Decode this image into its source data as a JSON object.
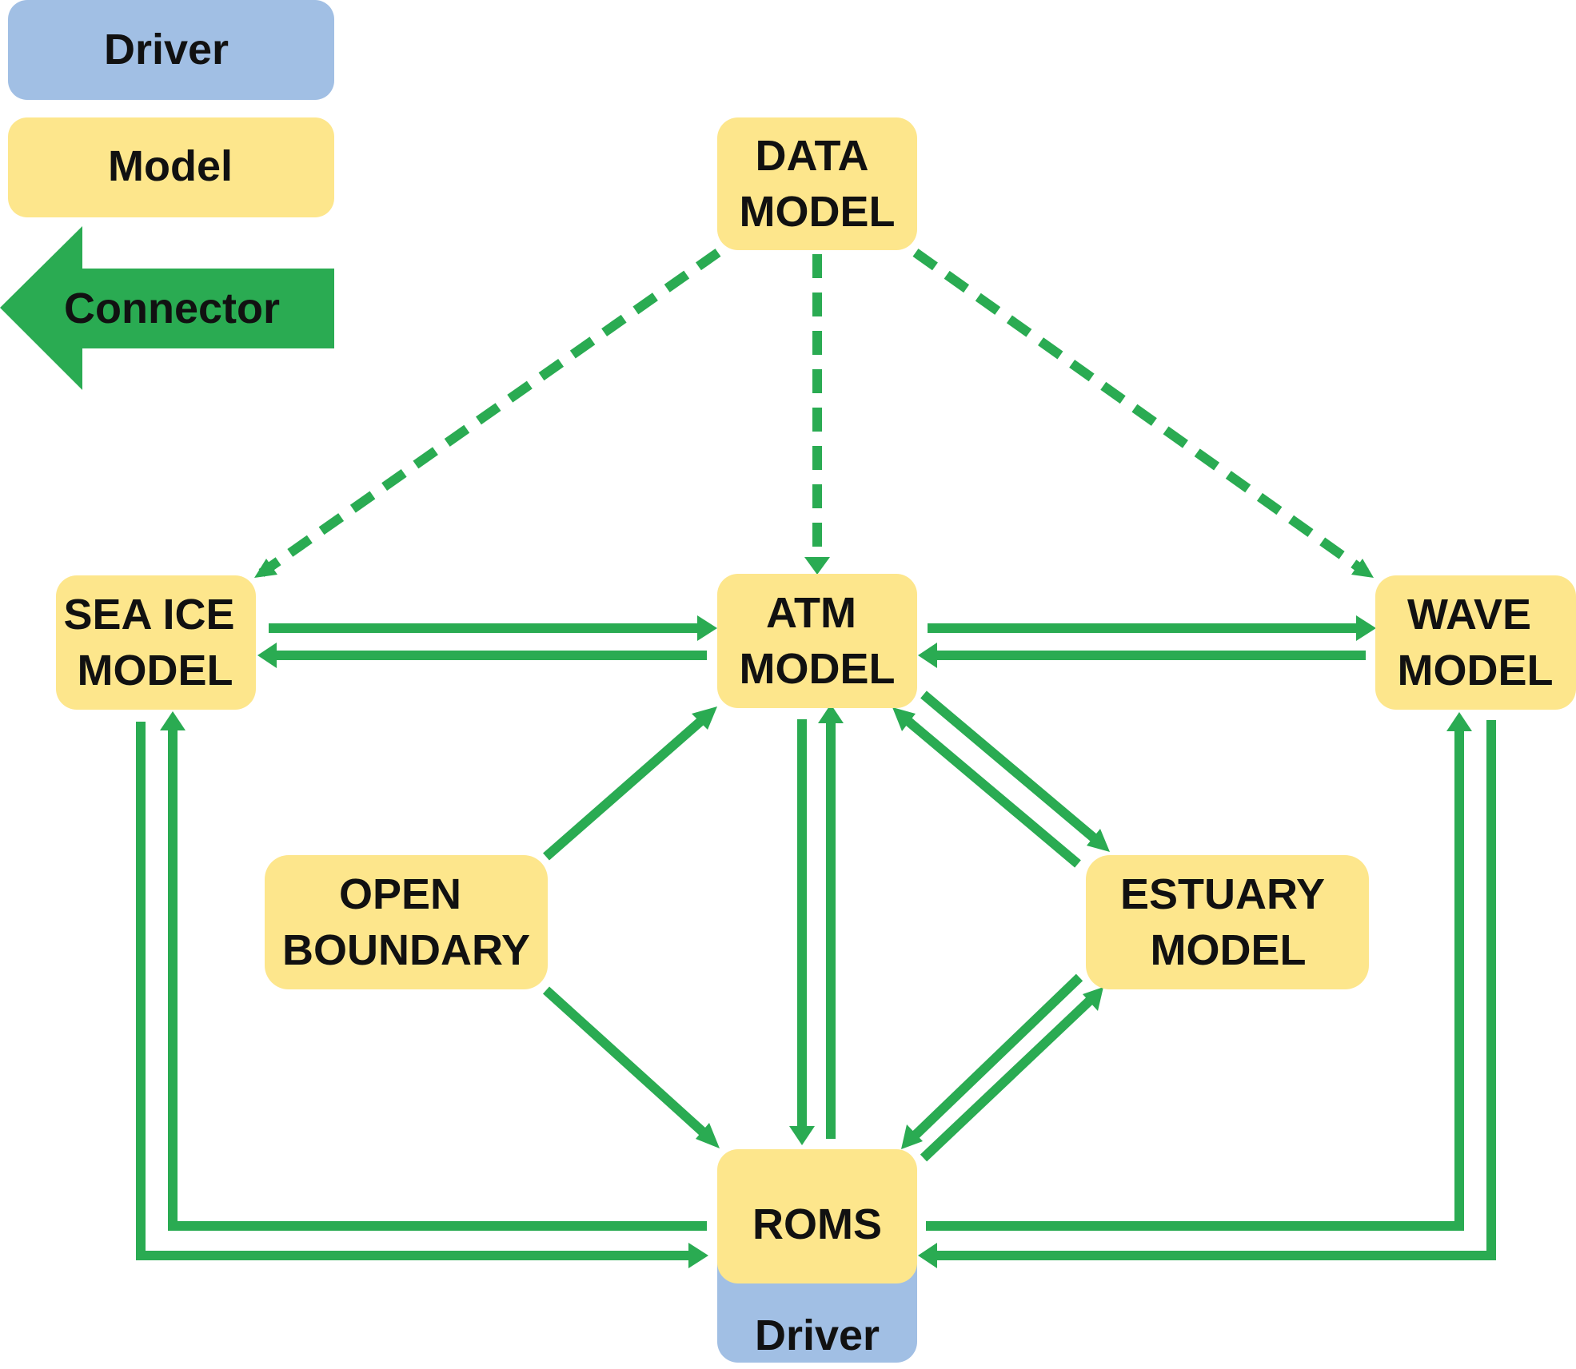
{
  "colors": {
    "driver": "#a1bfe4",
    "model": "#fde68c",
    "connector": "#2aab52",
    "text": "#111111",
    "background": "#ffffff"
  },
  "legend": {
    "driver_label": "Driver",
    "model_label": "Model",
    "connector_label": "Connector"
  },
  "nodes": {
    "data_model": [
      "DATA",
      "MODEL"
    ],
    "sea_ice_model": [
      "SEA ICE",
      "MODEL"
    ],
    "atm_model": [
      "ATM",
      "MODEL"
    ],
    "wave_model": [
      "WAVE",
      "MODEL"
    ],
    "open_boundary": [
      "OPEN",
      "BOUNDARY"
    ],
    "estuary_model": [
      "ESTUARY",
      "MODEL"
    ],
    "roms": [
      "ROMS"
    ],
    "roms_driver": "Driver"
  },
  "connections": [
    {
      "from": "DATA MODEL",
      "to": "SEA ICE MODEL",
      "style": "dashed"
    },
    {
      "from": "DATA MODEL",
      "to": "ATM MODEL",
      "style": "dashed"
    },
    {
      "from": "DATA MODEL",
      "to": "WAVE MODEL",
      "style": "dashed"
    },
    {
      "from": "SEA ICE MODEL",
      "to": "ATM MODEL",
      "style": "solid"
    },
    {
      "from": "ATM MODEL",
      "to": "SEA ICE MODEL",
      "style": "solid"
    },
    {
      "from": "ATM MODEL",
      "to": "WAVE MODEL",
      "style": "solid"
    },
    {
      "from": "WAVE MODEL",
      "to": "ATM MODEL",
      "style": "solid"
    },
    {
      "from": "OPEN BOUNDARY",
      "to": "ATM MODEL",
      "style": "solid"
    },
    {
      "from": "OPEN BOUNDARY",
      "to": "ROMS",
      "style": "solid"
    },
    {
      "from": "ATM MODEL",
      "to": "ROMS",
      "style": "solid"
    },
    {
      "from": "ROMS",
      "to": "ATM MODEL",
      "style": "solid"
    },
    {
      "from": "ATM MODEL",
      "to": "ESTUARY MODEL",
      "style": "solid"
    },
    {
      "from": "ESTUARY MODEL",
      "to": "ATM MODEL",
      "style": "solid"
    },
    {
      "from": "ESTUARY MODEL",
      "to": "ROMS",
      "style": "solid"
    },
    {
      "from": "ROMS",
      "to": "ESTUARY MODEL",
      "style": "solid"
    },
    {
      "from": "SEA ICE MODEL",
      "to": "ROMS",
      "style": "solid"
    },
    {
      "from": "ROMS",
      "to": "SEA ICE MODEL",
      "style": "solid"
    },
    {
      "from": "WAVE MODEL",
      "to": "ROMS",
      "style": "solid"
    },
    {
      "from": "ROMS",
      "to": "WAVE MODEL",
      "style": "solid"
    }
  ]
}
